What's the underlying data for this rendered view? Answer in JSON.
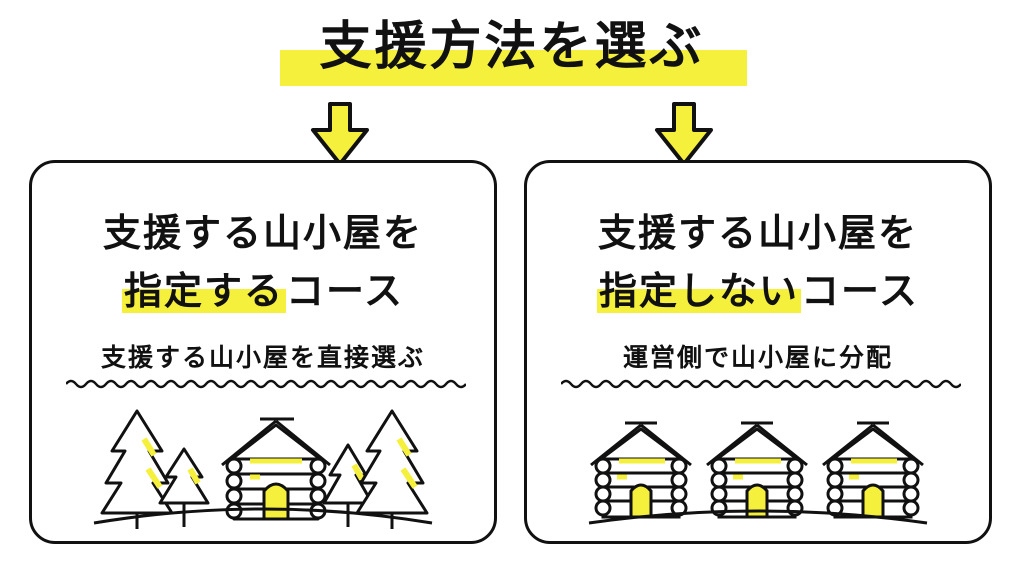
{
  "title": "支援方法を選ぶ",
  "colors": {
    "accent": "#f5f03c",
    "ink": "#111111",
    "background": "#ffffff"
  },
  "cards": [
    {
      "heading_line1": "支援する山小屋を",
      "heading_highlight": "指定する",
      "heading_rest": "コース",
      "subtitle": "支援する山小屋を直接選ぶ",
      "illustration": "trees-and-log-cabin"
    },
    {
      "heading_line1": "支援する山小屋を",
      "heading_highlight": "指定しない",
      "heading_rest": "コース",
      "subtitle": "運営側で山小屋に分配",
      "illustration": "three-log-cabins"
    }
  ]
}
